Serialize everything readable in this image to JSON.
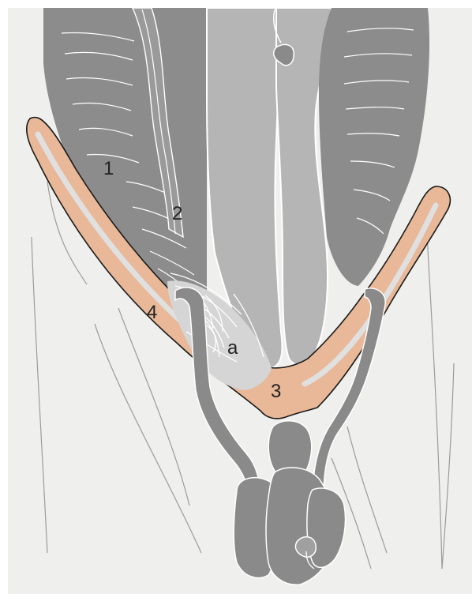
{
  "labels": {
    "one": "1",
    "two": "2",
    "three": "3",
    "four": "4",
    "a": "a"
  },
  "colors": {
    "background": "#efefed",
    "muscle_dark": "#8c8c8c",
    "organ_light": "#b5b5b5",
    "levator_tan": "#e8b898",
    "inner_stripe": "#e0e0e0",
    "vessel": "#8a8a8a",
    "fiber_white": "#ffffff",
    "outline": "#1a1a1a"
  }
}
